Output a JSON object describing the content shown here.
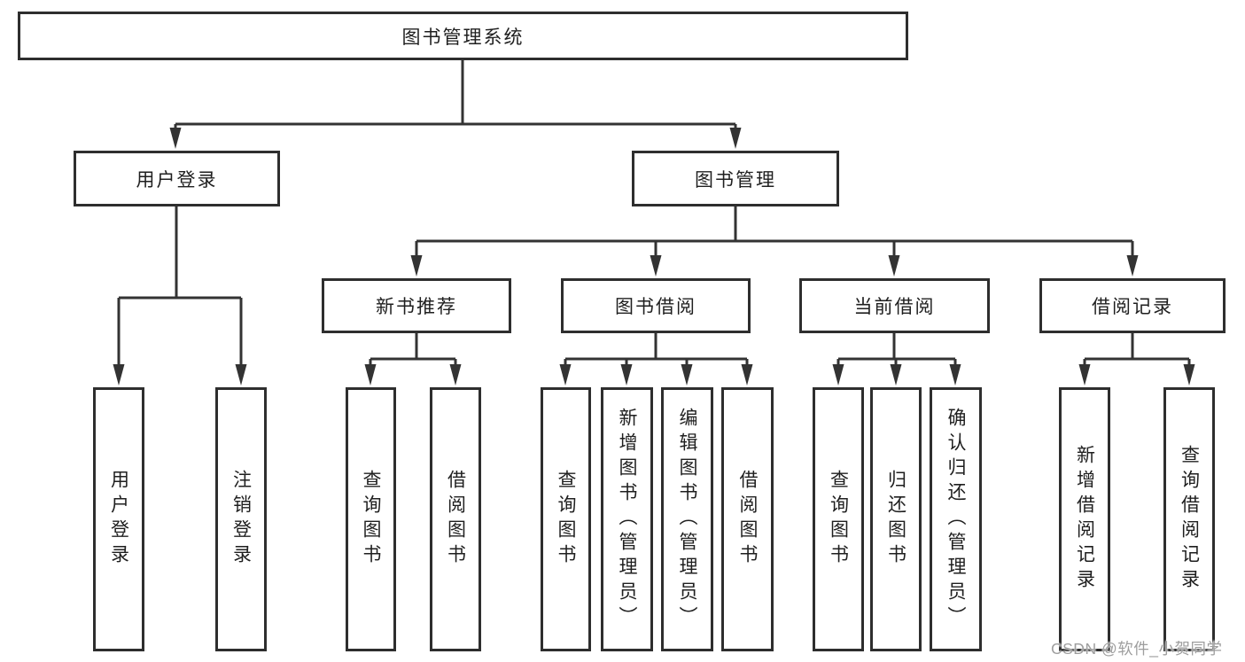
{
  "tree": {
    "root": {
      "label": "图书管理系统",
      "children": [
        {
          "label": "用户登录",
          "children": [
            {
              "label": "用户登录"
            },
            {
              "label": "注销登录"
            }
          ]
        },
        {
          "label": "图书管理",
          "children": [
            {
              "label": "新书推荐",
              "children": [
                {
                  "label": "查询图书"
                },
                {
                  "label": "借阅图书"
                }
              ]
            },
            {
              "label": "图书借阅",
              "children": [
                {
                  "label": "查询图书"
                },
                {
                  "label": "新增图书（管理员）"
                },
                {
                  "label": "编辑图书（管理员）"
                },
                {
                  "label": "借阅图书"
                }
              ]
            },
            {
              "label": "当前借阅",
              "children": [
                {
                  "label": "查询图书"
                },
                {
                  "label": "归还图书"
                },
                {
                  "label": "确认归还（管理员）"
                }
              ]
            },
            {
              "label": "借阅记录",
              "children": [
                {
                  "label": "新增借阅记录"
                },
                {
                  "label": "查询借阅记录"
                }
              ]
            }
          ]
        }
      ]
    }
  },
  "watermark": {
    "text": "CSDN @软件_小贺同学"
  },
  "colors": {
    "line": "#333333",
    "box_border": "#2e2e2e",
    "box_fill": "#ffffff",
    "text": "#1f1f1f",
    "watermark": "#9e9e9e",
    "background": "#ffffff"
  }
}
